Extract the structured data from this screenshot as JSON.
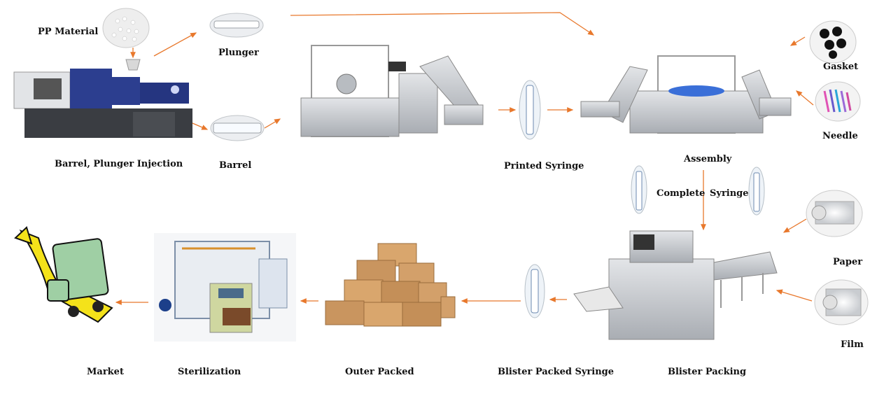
{
  "labels": {
    "pp_material": "PP Material",
    "plunger": "Plunger",
    "barrel_plunger_injection": "Barrel, Plunger Injection",
    "barrel": "Barrel",
    "printed_syringe": "Printed Syringe",
    "assembly": "Assembly",
    "gasket": "Gasket",
    "needle": "Needle",
    "complete": "Complete",
    "syringe": "Syringe",
    "paper": "Paper",
    "film": "Film",
    "blister_packing": "Blister Packing",
    "blister_packed_syringe": "Blister Packed Syringe",
    "outer_packed": "Outer Packed",
    "sterilization": "Sterilization",
    "market": "Market"
  },
  "colors": {
    "arrow": "#e8782c",
    "machine_steel": "#cfd2d6",
    "machine_blue": "#2c3e8f",
    "box": "#c9955f",
    "truck": "#9fcfa4",
    "road": "#f4e21a"
  }
}
